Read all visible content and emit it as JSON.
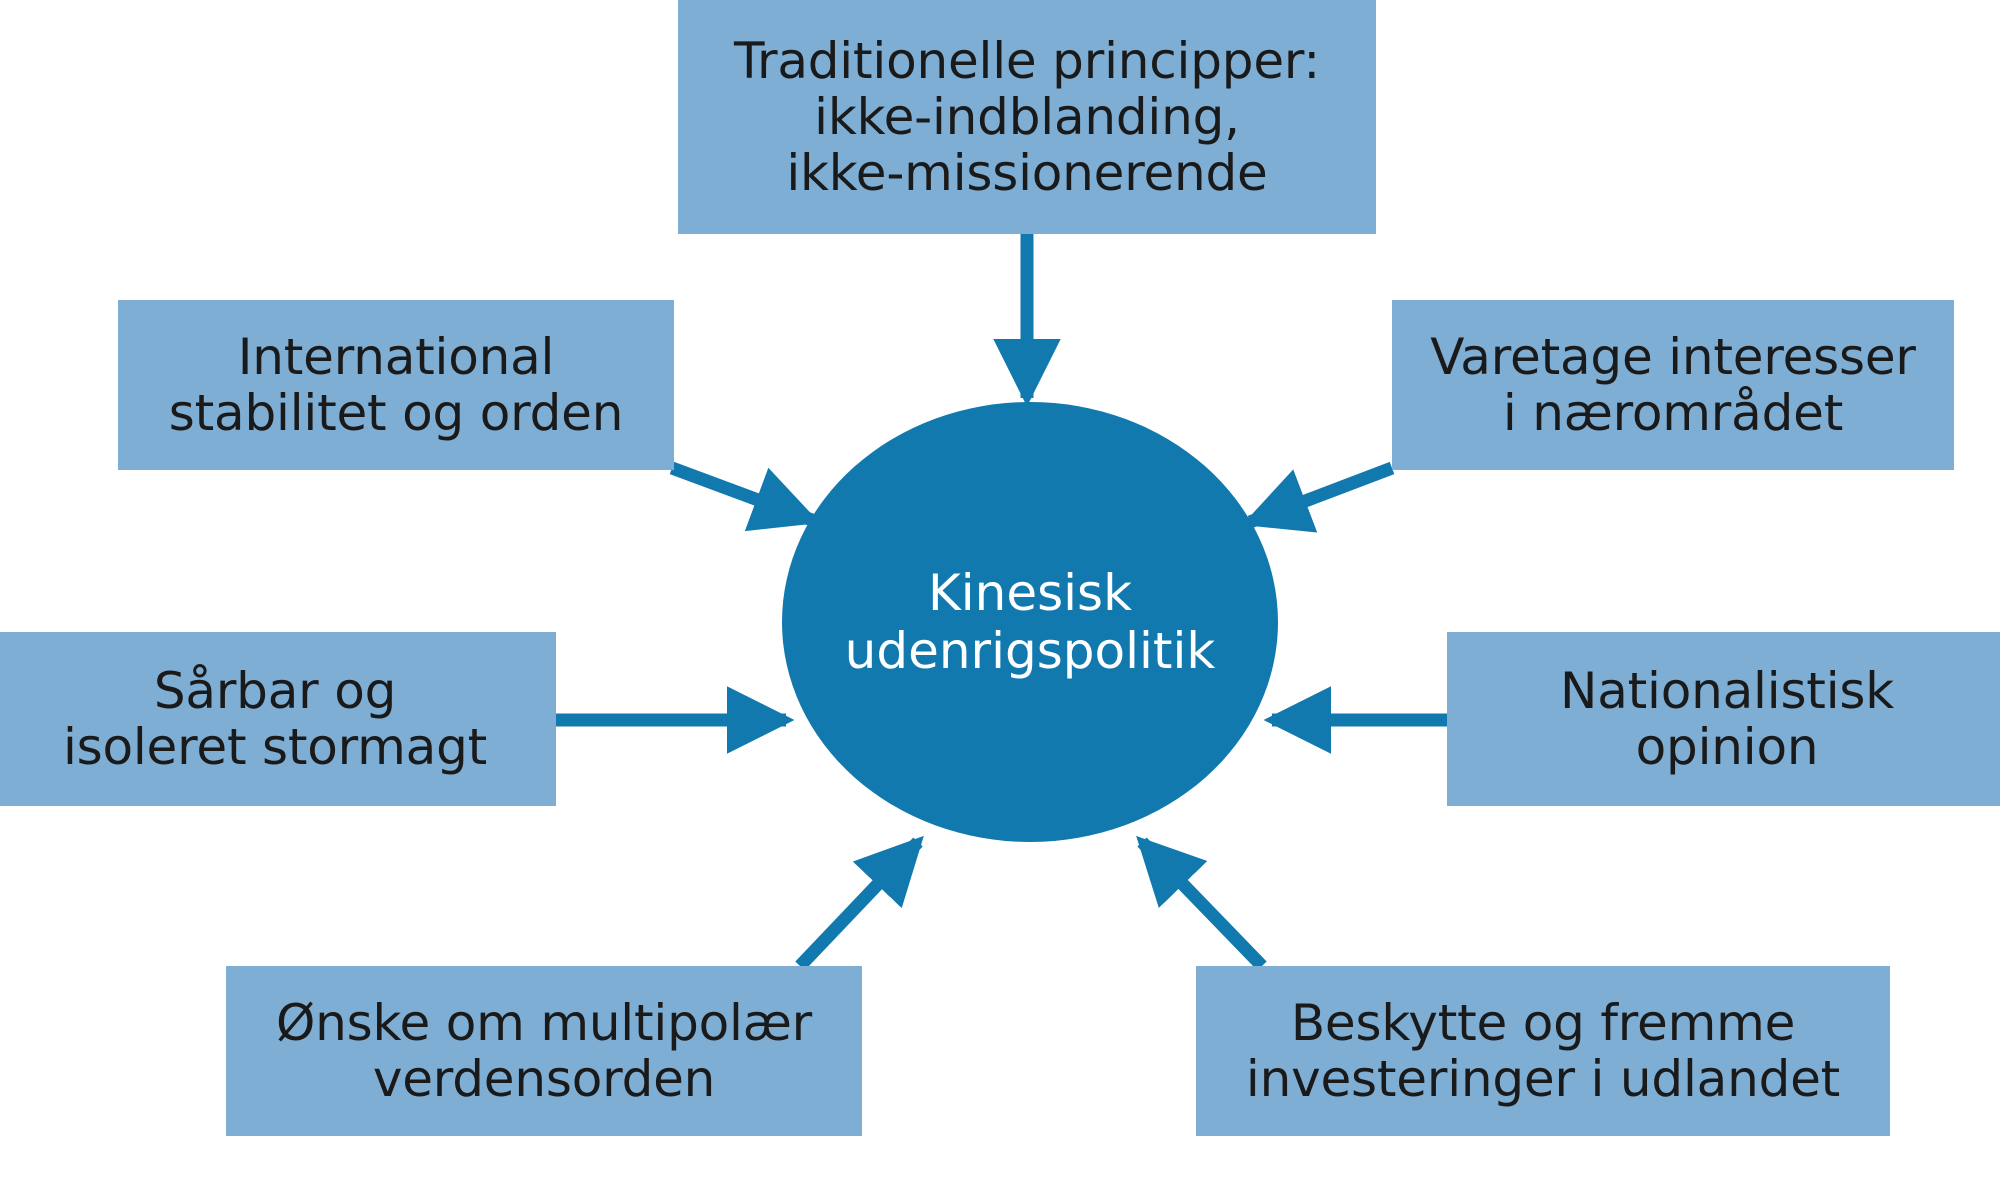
{
  "diagram": {
    "type": "hub-and-spoke",
    "title": "Kinesisk udenrigspolitik",
    "language": "da",
    "colors": {
      "box_fill": "#7FAED5",
      "center_fill": "#1279AF",
      "arrow": "#1279AF",
      "box_text": "#1a1a1a",
      "center_text": "#ffffff",
      "background": "#ffffff"
    },
    "center": {
      "label": "Kinesisk\nudenrigspolitik",
      "line1": "Kinesisk",
      "line2": "udenrigspolitik"
    },
    "nodes": [
      {
        "id": "traditionelle-principper",
        "label": "Traditionelle principper:\nikke-indblanding,\nikke-missionerende",
        "position": "top",
        "arrow_direction": "down"
      },
      {
        "id": "international-stabilitet",
        "label": "International\nstabilitet og orden",
        "position": "top-left",
        "arrow_direction": "down-right"
      },
      {
        "id": "varetage-interesser",
        "label": "Varetage interesser\ni nærområdet",
        "position": "top-right",
        "arrow_direction": "down-left"
      },
      {
        "id": "saarbar-stormagt",
        "label": "Sårbar og\nisoleret stormagt",
        "position": "left",
        "arrow_direction": "right"
      },
      {
        "id": "nationalistisk-opinion",
        "label": "Nationalistisk\nopinion",
        "position": "right",
        "arrow_direction": "left"
      },
      {
        "id": "multipolaer-verdensorden",
        "label": "Ønske om multipolær\nverdensorden",
        "position": "bottom-left",
        "arrow_direction": "up-right"
      },
      {
        "id": "beskytte-investeringer",
        "label": "Beskytte og fremme\ninvesteringer i udlandet",
        "position": "bottom-right",
        "arrow_direction": "up-left"
      }
    ]
  }
}
